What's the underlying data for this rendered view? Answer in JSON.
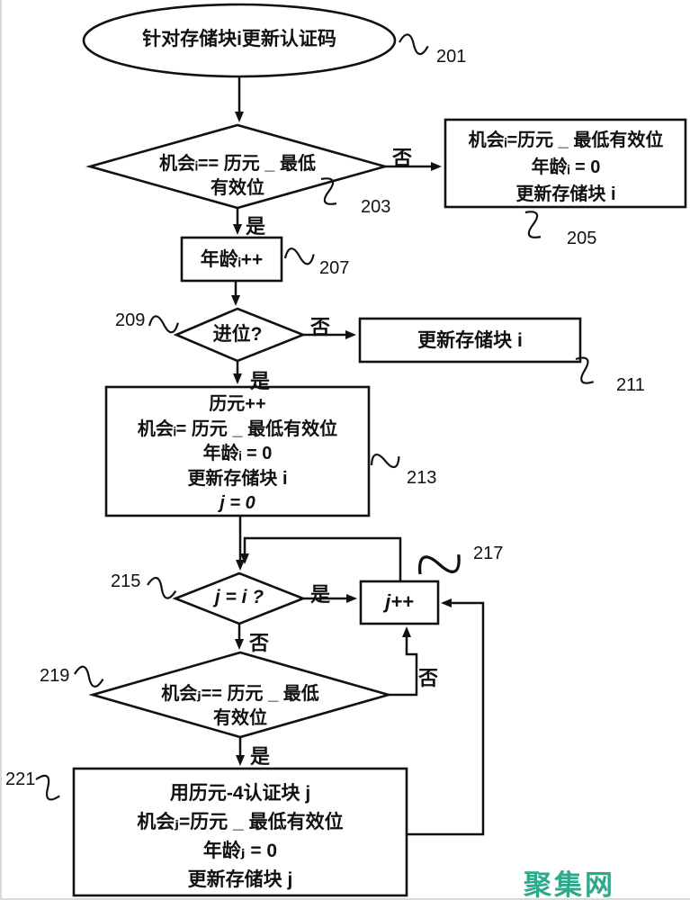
{
  "diagram": {
    "nodes": {
      "start": "针对存储块i更新认证码",
      "d203_line1": "机会ᵢ== 历元 _ 最低",
      "d203_line2": "有效位",
      "b205_line1": "机会ᵢ=历元 _ 最低有效位",
      "b205_line2": "年龄ᵢ = 0",
      "b205_line3": "更新存储块 i",
      "b207": "年龄ᵢ++",
      "d209": "进位?",
      "b211": "更新存储块 i",
      "b213_line1": "历元++",
      "b213_line2": "机会ᵢ= 历元 _ 最低有效位",
      "b213_line3": "年龄ᵢ = 0",
      "b213_line4": "更新存储块 i",
      "b213_line5": "j = 0",
      "d215": "j = i ?",
      "b217": "j++",
      "d219_line1": "机会ⱼ== 历元 _ 最低",
      "d219_line2": "有效位",
      "b221_line1": "用历元-4认证块 j",
      "b221_line2": "机会ⱼ=历元 _ 最低有效位",
      "b221_line3": "年龄ⱼ = 0",
      "b221_line4": "更新存储块 j"
    },
    "refs": {
      "r201": "201",
      "r203": "203",
      "r205": "205",
      "r207": "207",
      "r209": "209",
      "r211": "211",
      "r213": "213",
      "r215": "215",
      "r217": "217",
      "r219": "219",
      "r221": "221"
    },
    "branch": {
      "yes": "是",
      "no": "否"
    },
    "watermark": {
      "text": "聚集网",
      "color": "#2fa98c"
    },
    "colors": {
      "line": "#111111",
      "background": "#ffffff"
    }
  }
}
